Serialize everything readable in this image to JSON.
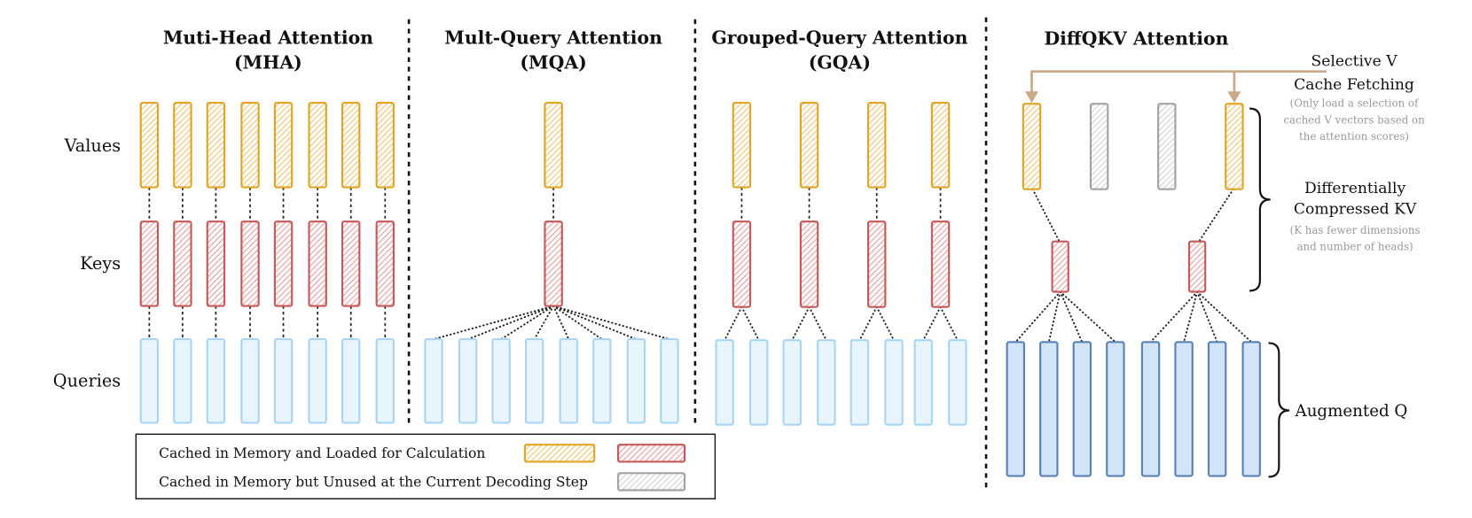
{
  "panels": {
    "mha": {
      "title_line1": "Muti-Head Attention",
      "title_line2": "(MHA)"
    },
    "mqa": {
      "title_line1": "Mult-Query Attention",
      "title_line2": "(MQA)"
    },
    "gqa": {
      "title_line1": "Grouped-Query Attention",
      "title_line2": "(GQA)"
    },
    "diffqkv": {
      "title": "DiffQKV Attention"
    }
  },
  "row_labels": {
    "values": "Values",
    "keys": "Keys",
    "queries": "Queries"
  },
  "annotations": {
    "selective_v": {
      "line1": "Selective V",
      "line2": "Cache Fetching",
      "note_line1": "(Only load a selection of",
      "note_line2": "cached V vectors based on",
      "note_line3": "the attention scores)"
    },
    "compressed_kv": {
      "line1": "Differentially",
      "line2": "Compressed KV",
      "note_line1": "(K has fewer dimensions",
      "note_line2": "and number of heads)"
    },
    "augmented_q": {
      "label": "Augmented Q"
    }
  },
  "legend": {
    "loaded": "Cached in Memory and Loaded for Calculation",
    "unused": "Cached in Memory but Unused at the Current Decoding Step"
  },
  "colors": {
    "value_border": "#e0a526",
    "value_hatch": "#f0c779",
    "key_border": "#c65a5a",
    "key_hatch": "#e7a2a2",
    "unused_border": "#a3a3a3",
    "unused_hatch": "#d4d4d4",
    "query_fill": "#e9f5fc",
    "query_border": "#a8d5f4",
    "augmented_query_fill": "#d2e4f8",
    "augmented_query_border": "#5b82b4",
    "fetch_arrow": "#c9a987"
  }
}
